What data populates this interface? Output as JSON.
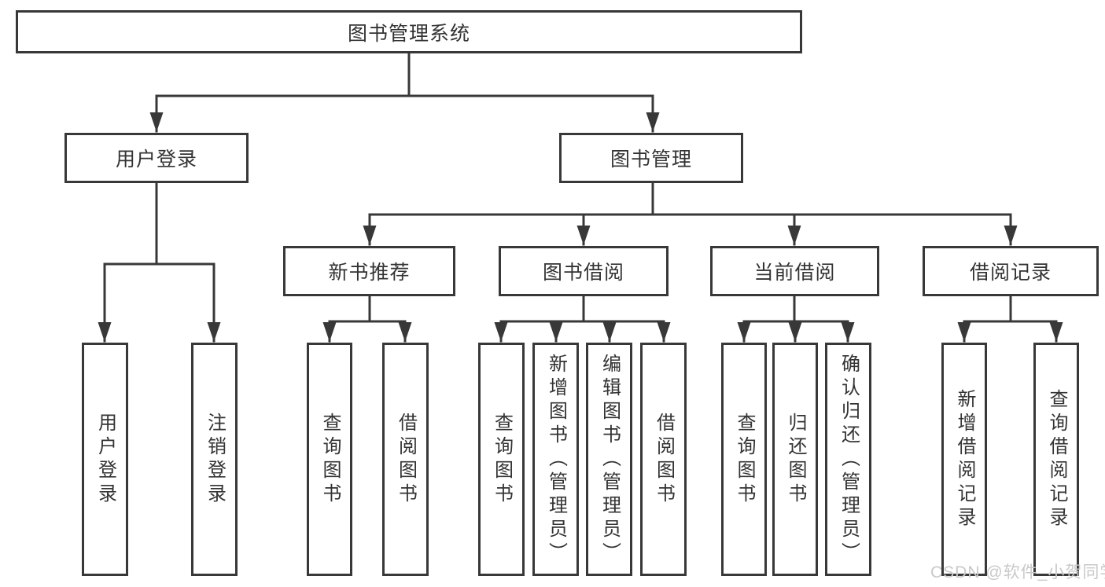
{
  "nodes": {
    "root": {
      "label": "图书管理系统"
    },
    "level2": [
      {
        "key": "user-login",
        "label": "用户登录"
      },
      {
        "key": "book-management",
        "label": "图书管理"
      }
    ],
    "level3": [
      {
        "key": "new-book-recommend",
        "label": "新书推荐"
      },
      {
        "key": "book-borrow",
        "label": "图书借阅"
      },
      {
        "key": "current-borrow",
        "label": "当前借阅"
      },
      {
        "key": "borrow-record",
        "label": "借阅记录"
      }
    ],
    "leaves": [
      {
        "group": "user-login",
        "label": "用户登录"
      },
      {
        "group": "user-login",
        "label": "注销登录"
      },
      {
        "group": "new-book-recommend",
        "label": "查询图书"
      },
      {
        "group": "new-book-recommend",
        "label": "借阅图书"
      },
      {
        "group": "book-borrow",
        "label": "查询图书"
      },
      {
        "group": "book-borrow",
        "label": "新增图书（管理员）"
      },
      {
        "group": "book-borrow",
        "label": "编辑图书（管理员）"
      },
      {
        "group": "book-borrow",
        "label": "借阅图书"
      },
      {
        "group": "current-borrow",
        "label": "查询图书"
      },
      {
        "group": "current-borrow",
        "label": "归还图书"
      },
      {
        "group": "current-borrow",
        "label": "确认归还（管理员）"
      },
      {
        "group": "borrow-record",
        "label": "新增借阅记录"
      },
      {
        "group": "borrow-record",
        "label": "查询借阅记录"
      }
    ]
  },
  "watermark": {
    "text": "CSDN @软件_小贺同学"
  },
  "colors": {
    "line": "#383838",
    "text": "#333333",
    "background": "#ffffff",
    "watermark": "#c9c9c9"
  }
}
